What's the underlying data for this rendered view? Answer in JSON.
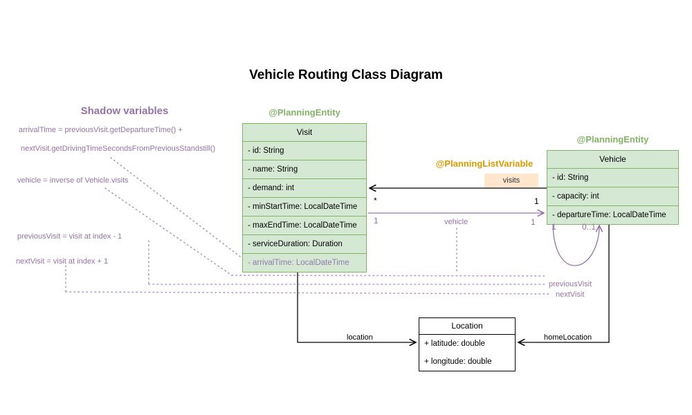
{
  "title": "Vehicle Routing Class Diagram",
  "shadow_panel": {
    "heading": "Shadow variables",
    "lines": [
      "arrivalTime = previousVisit.getDepartureTime() +",
      "nextVisit.getDrivingTimeSecondsFromPreviousStandstill()",
      "vehicle = inverse of Vehicle.visits",
      "previousVisit = visit at index - 1",
      "nextVisit = visit at index + 1"
    ]
  },
  "classes": {
    "visit": {
      "stereotype": "@PlanningEntity",
      "name": "Visit",
      "attributes": [
        "- id: String",
        "- name: String",
        "- demand: int",
        "- minStartTime: LocalDateTime",
        "- maxEndTime: LocalDateTime",
        "- serviceDuration: Duration",
        "- arrivalTime: LocalDateTime"
      ]
    },
    "vehicle": {
      "stereotype": "@PlanningEntity",
      "name": "Vehicle",
      "attributes": [
        "- id: String",
        "- capacity: int",
        "- departureTime: LocalDateTime"
      ]
    },
    "location": {
      "name": "Location",
      "attributes": [
        "+ latitude: double",
        "+ longitude: double"
      ]
    }
  },
  "relations": {
    "planning_list_variable": "@PlanningListVariable",
    "visits": {
      "label": "visits",
      "source_mult": "*",
      "target_mult": "1"
    },
    "vehicle_ref": {
      "label": "vehicle",
      "left_mult": "1",
      "right_mult": "1"
    },
    "chain_loop": {
      "left_mult": "1",
      "right_mult": "0..1"
    },
    "previous_visit": "previousVisit",
    "next_visit": "nextVisit",
    "location_edge": "location",
    "home_location_edge": "homeLocation"
  },
  "colors": {
    "entity_fill": "#d5e8d4",
    "entity_border": "#82b366",
    "stereotype_green": "#82b366",
    "orange_fill": "#ffe6cc",
    "orange_text": "#d79b00",
    "purple": "#9673a6",
    "dotted_purple": "#b699c8"
  }
}
